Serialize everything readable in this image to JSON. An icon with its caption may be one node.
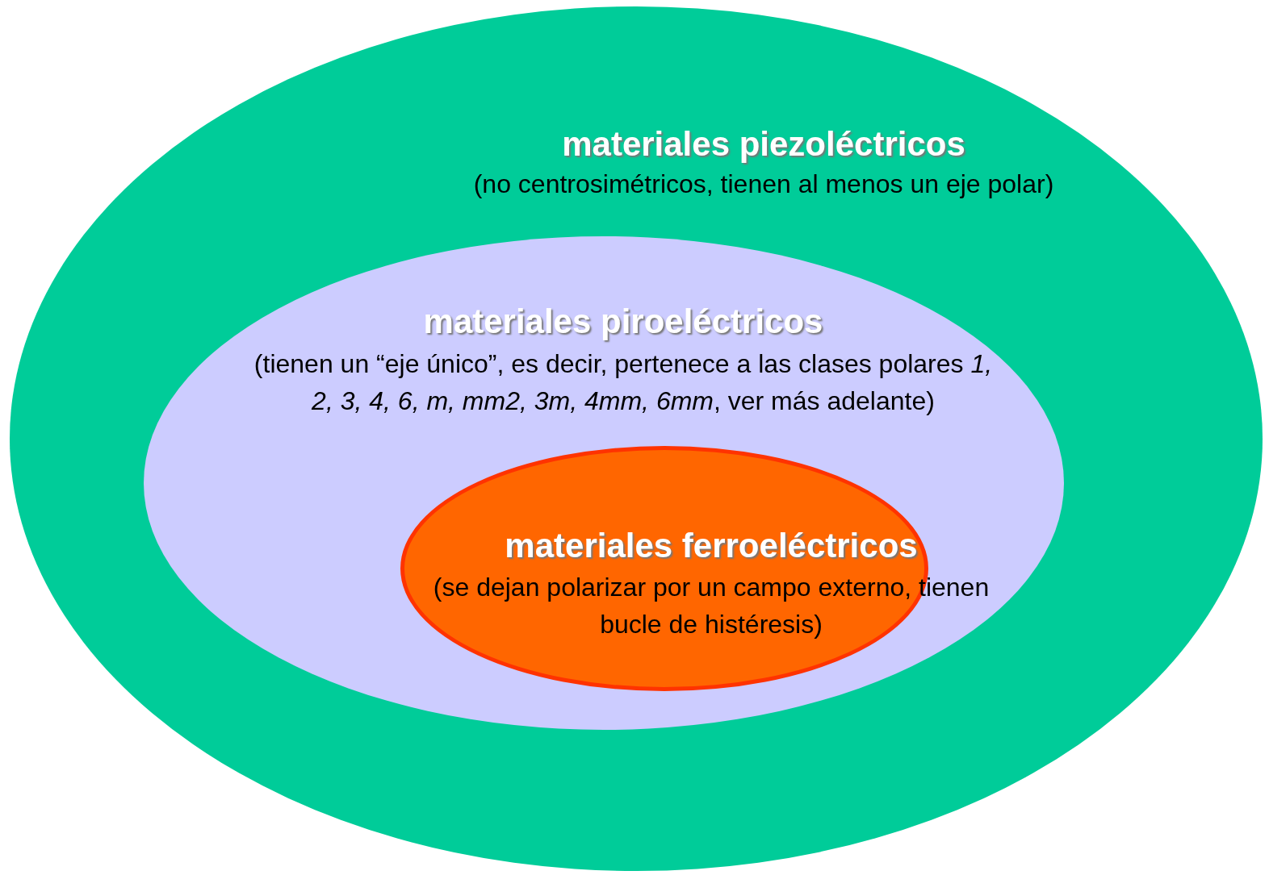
{
  "diagram": {
    "nodes": [
      {
        "text": [
          "materiales piezoléctricos",
          "(no centrosimétricos, tienen al menos un eje polar)"
        ]
      },
      {
        "text": [
          "materiales piroeléctricos",
          "(tienen un “eje único”, es decir, pertenece a las clases polares *1, 2, 3, 4, 6, m, mm2, 3m, 4mm, 6mm*, ver más adelante)"
        ],
        "in": 0
      },
      {
        "text": [
          "materiales ferroeléctricos",
          "(se dejan polarizar por un campo externo, tienen bucle de histéresis)"
        ],
        "in": 1
      }
    ]
  }
}
